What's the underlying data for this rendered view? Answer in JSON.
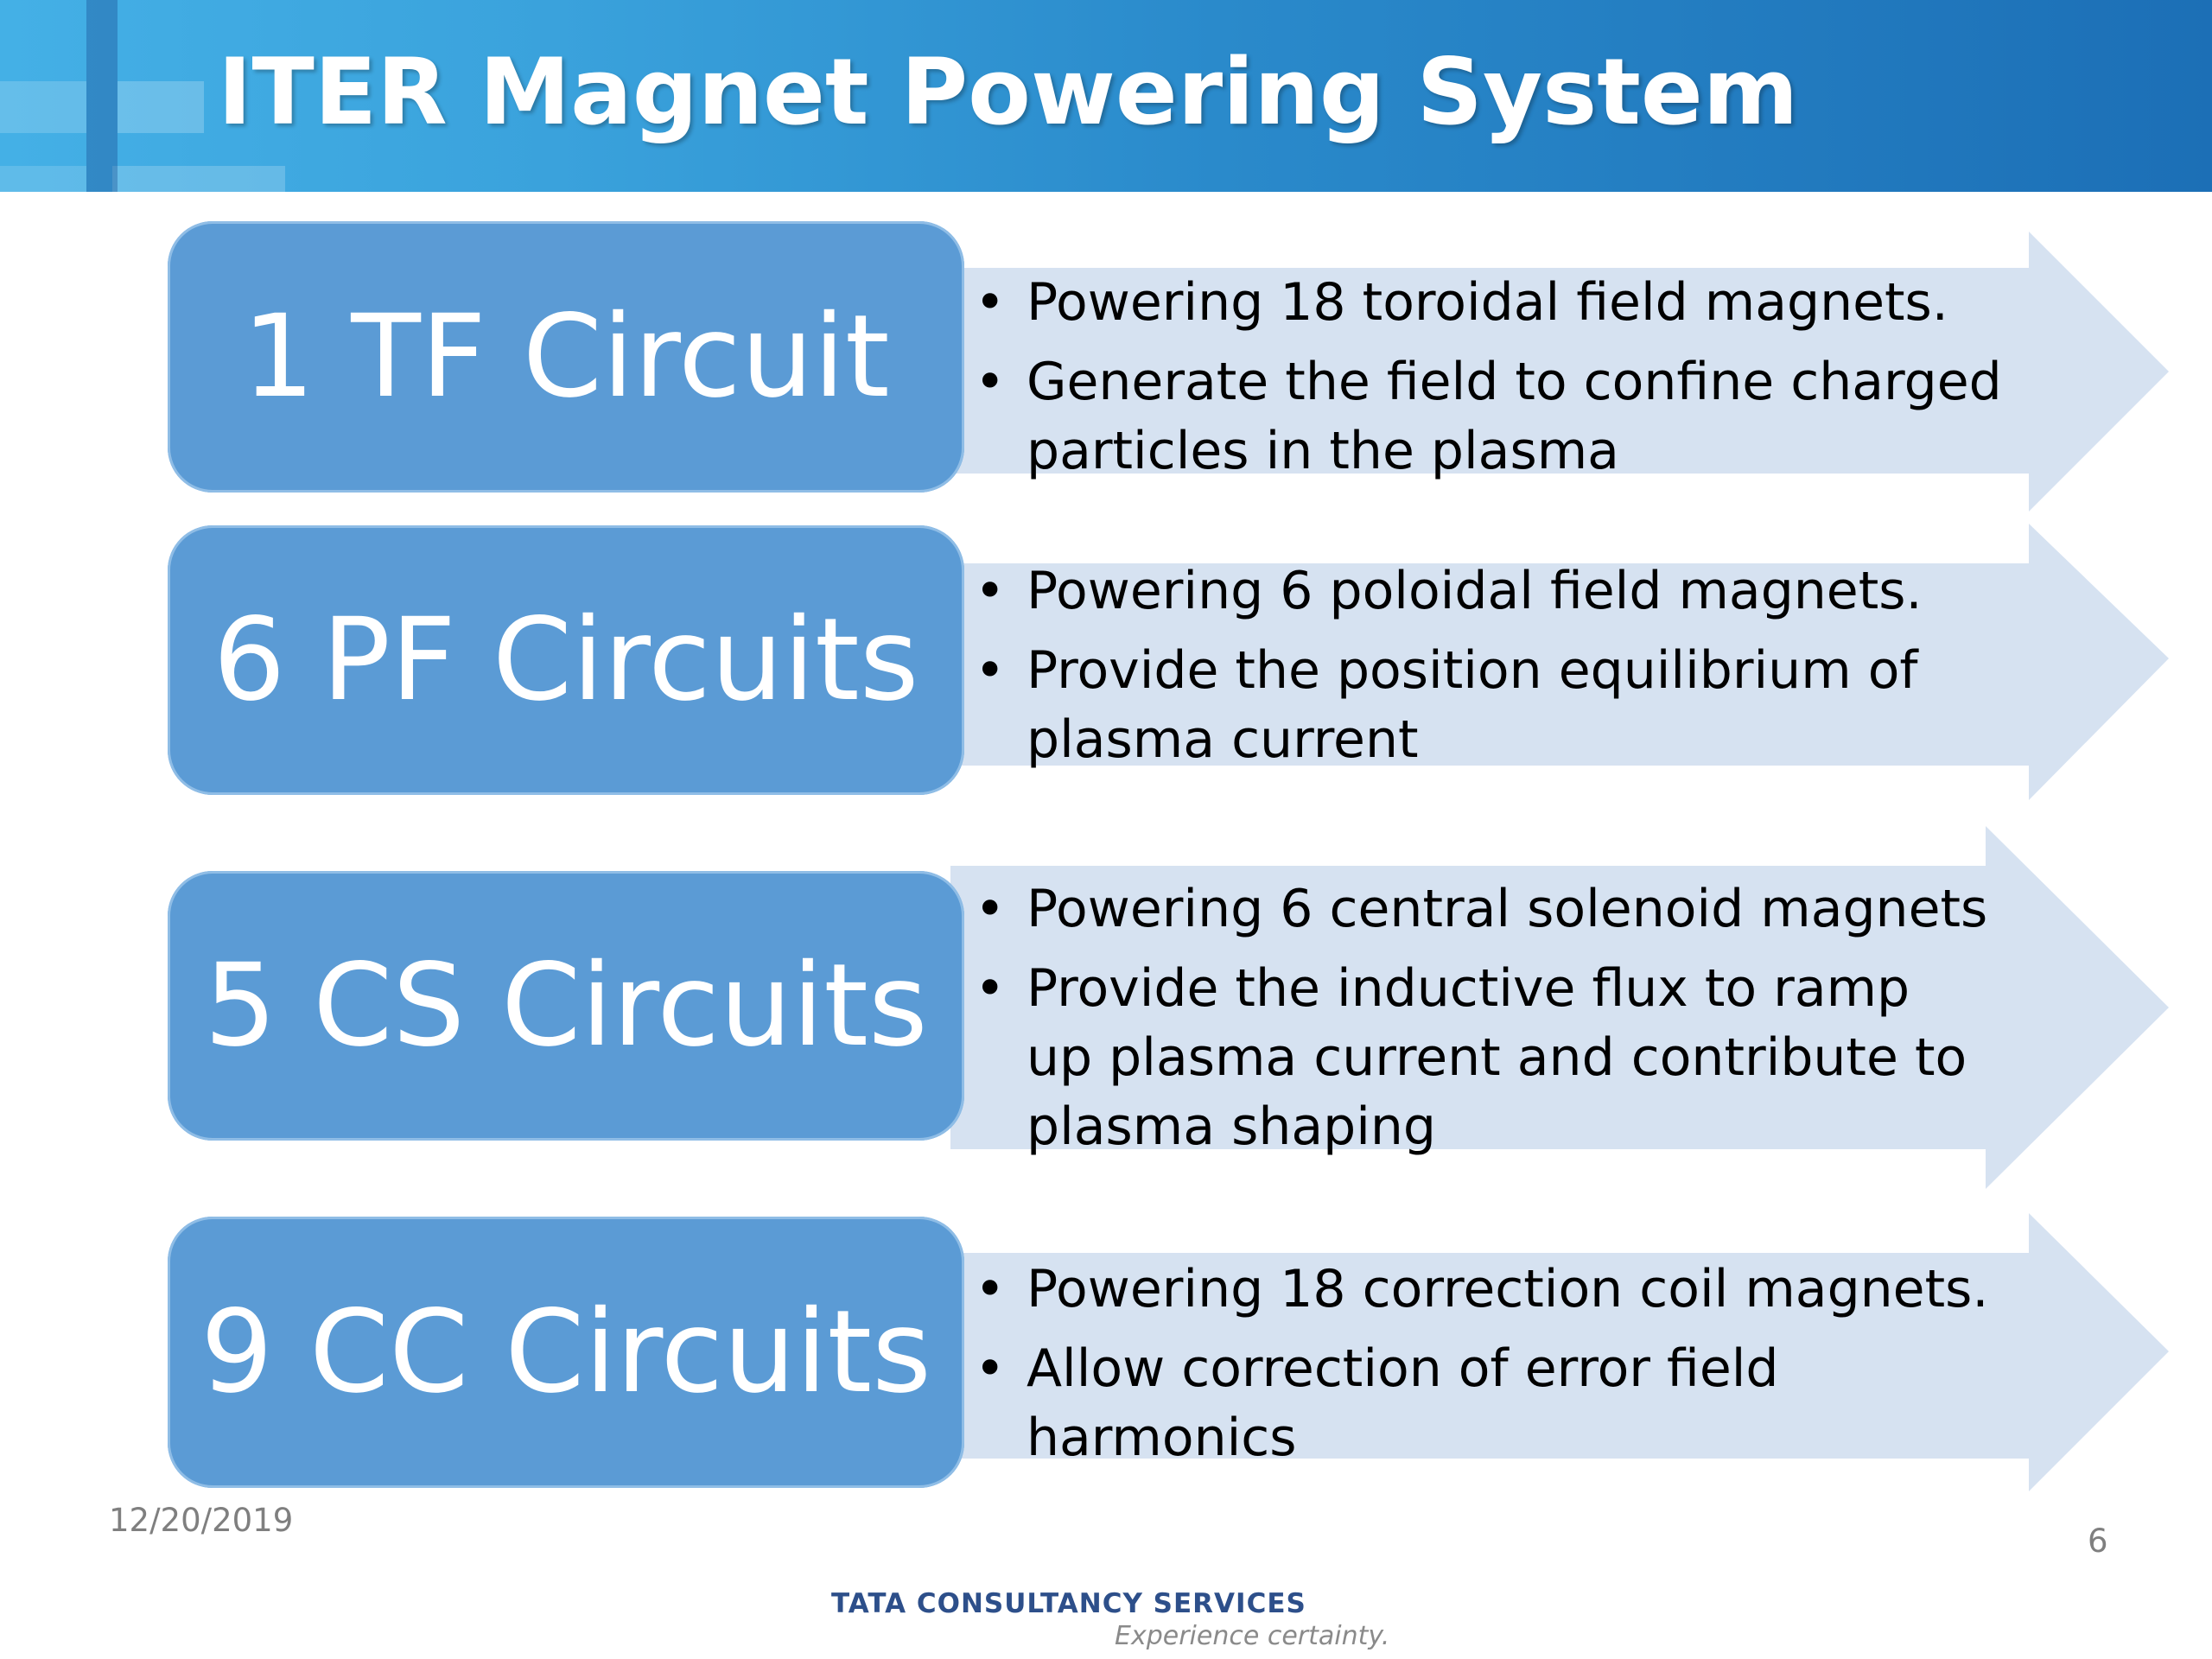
{
  "slide": {
    "title": "ITER Magnet Powering System",
    "date": "12/20/2019",
    "page_number": "6",
    "logo_text": "TATA CONSULTANCY SERVICES",
    "logo_tagline": "Experience certainty.",
    "colors": {
      "header": "#2a8acb",
      "box": "#5b9bd5",
      "arrow": "#d6e2f1"
    }
  },
  "circuits": [
    {
      "label": "1 TF Circuit",
      "bullets": [
        "Powering 18 toroidal field magnets.",
        "Generate the field to confine charged particles in the plasma"
      ]
    },
    {
      "label": "6 PF Circuits",
      "bullets": [
        "Powering 6 poloidal field magnets.",
        "Provide the position equilibrium of plasma current"
      ]
    },
    {
      "label": "5 CS Circuits",
      "bullets": [
        "Powering 6 central solenoid magnets",
        "Provide the inductive flux to ramp up plasma current and contribute to plasma shaping"
      ]
    },
    {
      "label": "9 CC Circuits",
      "bullets": [
        " Powering 18 correction coil magnets.",
        "Allow correction of error field harmonics"
      ]
    }
  ]
}
